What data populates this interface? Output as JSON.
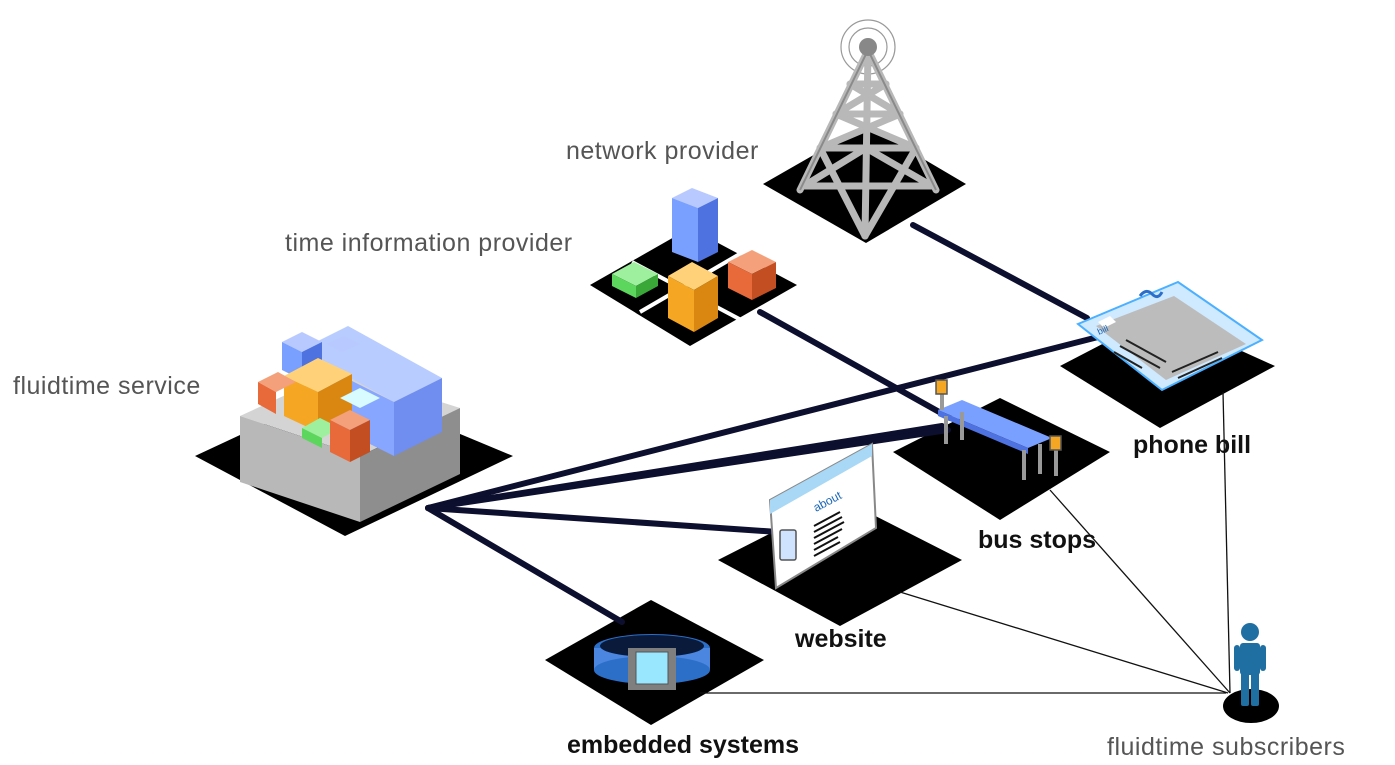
{
  "labels": {
    "network_provider": "network provider",
    "time_information_provider": "time information provider",
    "fluidtime_service": "fluidtime service",
    "phone_bill": "phone bill",
    "bus_stops": "bus stops",
    "website": "website",
    "embedded_systems": "embedded systems",
    "fluidtime_subscribers": "fluidtime subscribers"
  },
  "icon_text": {
    "bill_tag": "bill",
    "website_heading": "about"
  },
  "colors": {
    "platform": "#000000",
    "connector_heavy": "#0d0f2e",
    "connector_light": "#111111",
    "blue_block": "#7aa0ff",
    "orange_block": "#f5a623",
    "red_block": "#e86a3a",
    "green_block": "#5cd65c",
    "cyan_accent": "#99e6ff",
    "subscriber": "#1f6fa3"
  },
  "icons": [
    "antenna-tower-icon",
    "building-blocks-icon",
    "server-box-icon",
    "bus-stop-icon",
    "phone-bill-icon",
    "website-screen-icon",
    "wristband-device-icon",
    "person-icon"
  ]
}
